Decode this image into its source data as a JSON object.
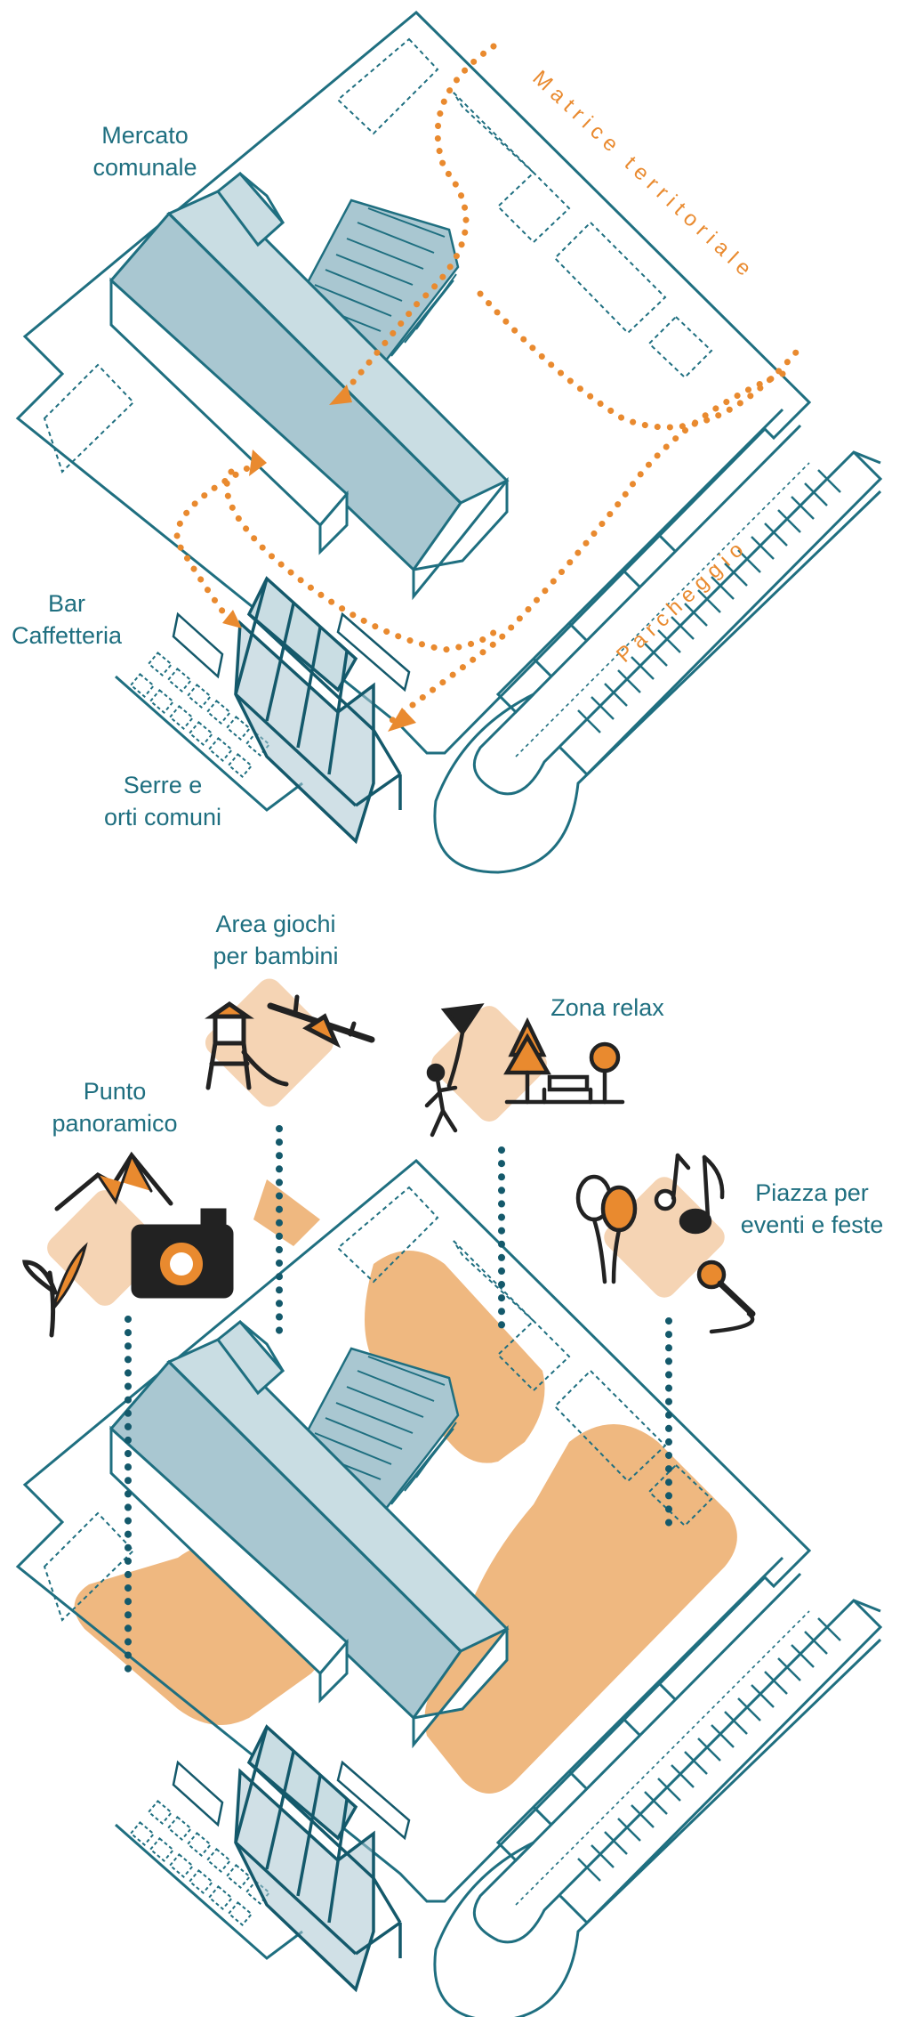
{
  "colors": {
    "teal": "#1f6f80",
    "dark_teal": "#14596b",
    "roof_light": "#c9dde3",
    "roof_mid": "#a9c7d1",
    "orange": "#e98a2f",
    "orange_fill": "#efb880",
    "peach": "#f5d4b4"
  },
  "top_diagram": {
    "labels": {
      "mercato": [
        "Mercato",
        "comunale"
      ],
      "bar": [
        "Bar",
        "Caffetteria"
      ],
      "serre": [
        "Serre e",
        "orti comuni"
      ]
    },
    "path_labels": {
      "matrice": "Matrice territoriale",
      "parcheggio": "Parcheggio"
    }
  },
  "bottom_diagram": {
    "activities": [
      {
        "id": "giochi",
        "lines": [
          "Area giochi",
          "per bambini"
        ],
        "icon": "playground-icon"
      },
      {
        "id": "relax",
        "lines": [
          "Zona relax"
        ],
        "icon": "park-bench-icon"
      },
      {
        "id": "panoramico",
        "lines": [
          "Punto",
          "panoramico"
        ],
        "icon": "camera-icon"
      },
      {
        "id": "piazza",
        "lines": [
          "Piazza per",
          "eventi e feste"
        ],
        "icon": "music-icon"
      }
    ]
  }
}
